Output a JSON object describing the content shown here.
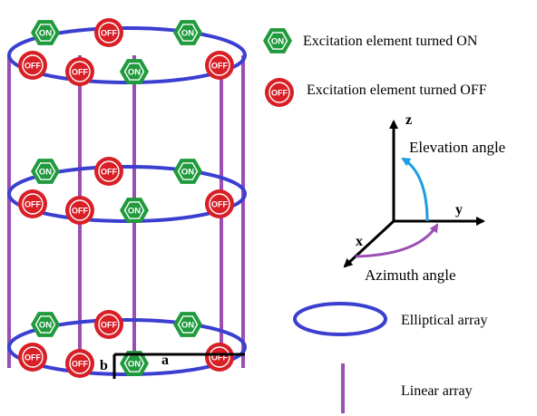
{
  "legend": {
    "on_label": "Excitation element turned ON",
    "off_label": "Excitation element turned OFF",
    "elliptical_label": "Elliptical array",
    "linear_label": "Linear array"
  },
  "badges": {
    "on_text": "ON",
    "off_text": "OFF"
  },
  "axes": {
    "z_label": "z",
    "y_label": "y",
    "x_label": "x",
    "elevation_label": "Elevation angle",
    "azimuth_label": "Azimuth angle"
  },
  "dimensions": {
    "a_label": "a",
    "b_label": "b"
  },
  "colors": {
    "ellipse": "#3b3fd0",
    "linear": "#9b4fb5",
    "on_fill": "#1f9a3c",
    "off_fill": "#d81f26",
    "elevation_arc": "#1a9de0",
    "azimuth_arc": "#9b4fb5"
  },
  "array": {
    "rings": [
      {
        "back": [
          "ON",
          "OFF",
          "ON"
        ],
        "front": [
          "OFF",
          "OFF",
          "ON",
          "OFF"
        ]
      },
      {
        "back": [
          "ON",
          "OFF",
          "ON"
        ],
        "front": [
          "OFF",
          "OFF",
          "ON",
          "OFF"
        ]
      },
      {
        "back": [
          "ON",
          "OFF",
          "ON"
        ],
        "front": [
          "OFF",
          "OFF",
          "ON",
          "OFF"
        ]
      }
    ]
  }
}
